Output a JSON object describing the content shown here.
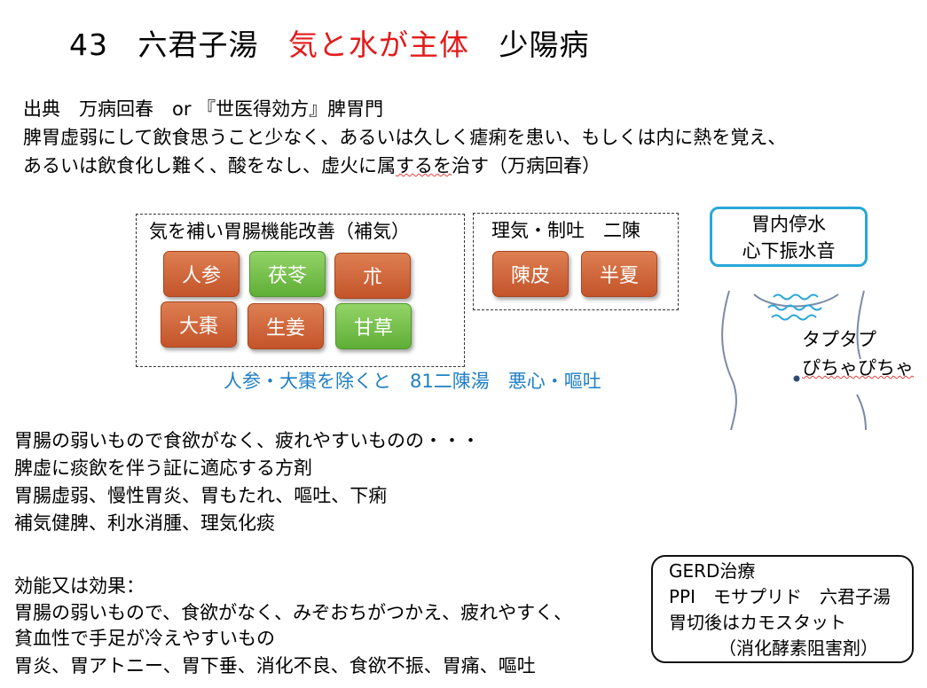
{
  "title": {
    "number": "43",
    "name": "六君子湯",
    "highlight": "気と水が主体",
    "category": "少陽病"
  },
  "source": {
    "line1": "出典　万病回春　or 『世医得効方』脾胃門",
    "line2": "脾胃虚弱にして飲食思うこと少なく、あるいは久しく瘧痢を患い、もしくは内に熱を覚え、",
    "line3_pre": "あるいは飲食化し難く、酸をなし、虚火に属",
    "line3_squig": "するを",
    "line3_post": "治す（万病回春）"
  },
  "qi_box": {
    "label": "気を補い胃腸機能改善（補気）",
    "herbs": [
      "人参",
      "茯苓",
      "朮",
      "大棗",
      "生姜",
      "甘草"
    ]
  },
  "chen_box": {
    "label": "理気・制吐　二陳",
    "herbs": [
      "陳皮",
      "半夏"
    ]
  },
  "note_blue": "人参・大棗を除くと　81二陳湯　悪心・嘔吐",
  "stomach": {
    "box_line1": "胃内停水",
    "box_line2": "心下振水音",
    "sound1": "タプタプ",
    "sound2": "ぴちゃぴちゃ"
  },
  "description": [
    "胃腸の弱いもので食欲がなく、疲れやすいものの・・・",
    "脾虚に痰飲を伴う証に適応する方剤",
    "胃腸虚弱、慢性胃炎、胃もたれ、嘔吐、下痢",
    "補気健脾、利水消腫、理気化痰"
  ],
  "efficacy": {
    "heading": "効能又は効果：",
    "lines": [
      "胃腸の弱いもので、食欲がなく、みぞおちがつかえ、疲れやすく、",
      "貧血性で手足が冷えやすいもの",
      "胃炎、胃アトニー、胃下垂、消化不良、食欲不振、胃痛、嘔吐"
    ]
  },
  "gerd": {
    "lines": [
      "GERD治療",
      "PPI　モサプリド　六君子湯",
      "胃切後はカモスタット",
      "（消化酵素阻害剤）"
    ]
  },
  "colors": {
    "title_red": "#e31b1b",
    "herb_orange": "#c4542a",
    "herb_green": "#5fae37",
    "note_blue": "#1f7fc4",
    "stomach_box": "#29a7d8"
  }
}
